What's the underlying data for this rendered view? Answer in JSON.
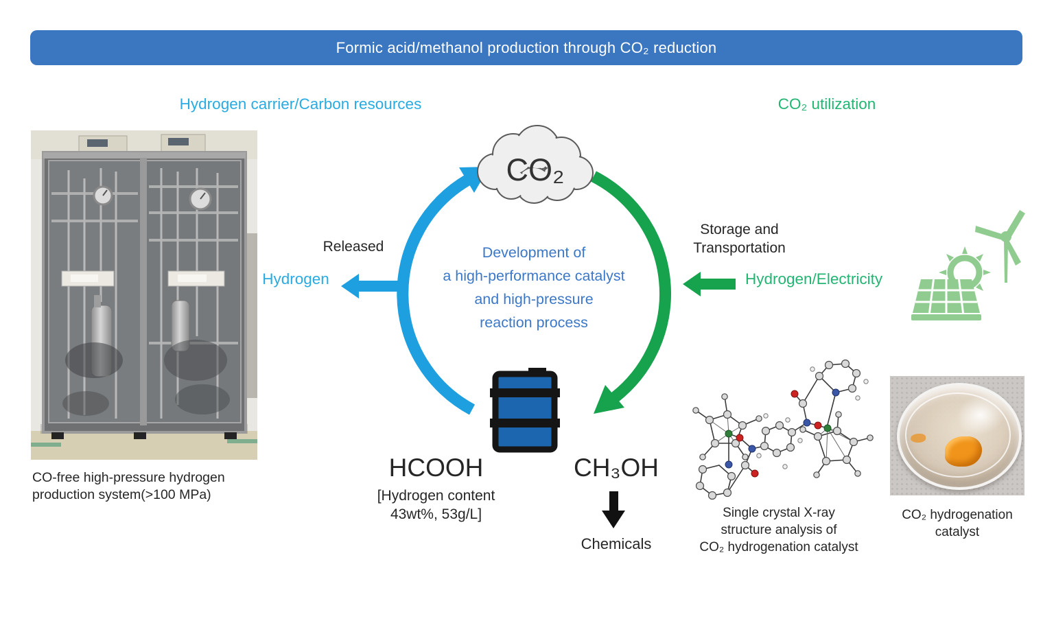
{
  "banner": {
    "title": "Formic acid/methanol production through CO₂ reduction"
  },
  "sections": {
    "left_header": "Hydrogen carrier/Carbon resources",
    "right_header": "CO₂ utilization"
  },
  "cycle": {
    "co2": "CO₂",
    "center_lines": [
      "Development of",
      "a high-performance catalyst",
      "and high-pressure",
      "reaction process"
    ],
    "released": "Released",
    "hydrogen": "Hydrogen",
    "storage_line1": "Storage and",
    "storage_line2": "Transportation",
    "hydrogen_electricity": "Hydrogen/Electricity"
  },
  "products": {
    "hcooh": "HCOOH",
    "hcooh_note_line1": "[Hydrogen content",
    "hcooh_note_line2": "43wt%, 53g/L]",
    "ch3oh": "CH₃OH",
    "chemicals": "Chemicals"
  },
  "captions": {
    "equipment_line1": "CO-free high-pressure hydrogen",
    "equipment_line2": "production system(>100 MPa)",
    "xray_line1": "Single crystal X-ray",
    "xray_line2": "structure analysis of",
    "xray_line3": "CO₂ hydrogenation catalyst",
    "dish_line1": "CO₂ hydrogenation",
    "dish_line2": "catalyst"
  },
  "colors": {
    "banner_blue": "#3B76C0",
    "accent_blue": "#29ABE2",
    "arc_blue": "#1E9FE0",
    "accent_green": "#22B573",
    "arc_green": "#17A24E",
    "center_text_blue": "#3C78C8",
    "barrel_blue": "#1B66AE",
    "icon_green": "#90CB90",
    "text_black": "#262626"
  }
}
